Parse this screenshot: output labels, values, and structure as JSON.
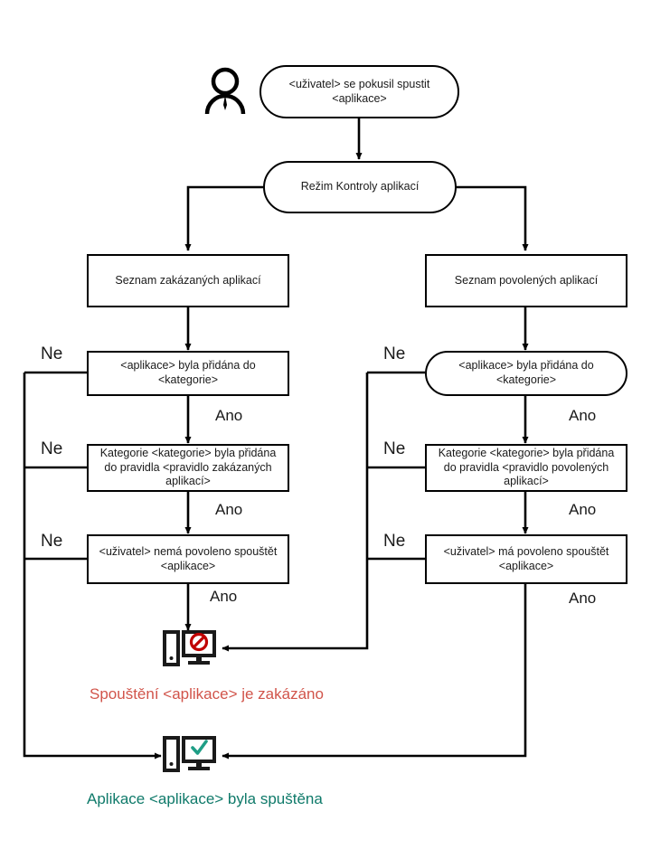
{
  "diagram": {
    "title": "Application Control flowchart",
    "language": "cs",
    "colors": {
      "stroke": "#000000",
      "text": "#1a1a1a",
      "blocked": "#d1544a",
      "blocked_icon": "#c00000",
      "allowed": "#0f7a6a",
      "allowed_icon": "#1f9e86",
      "background": "#ffffff"
    },
    "actor": {
      "icon": "user-icon",
      "name": "user-actor"
    },
    "nodes": {
      "start": "<uživatel> se pokusil spustit <aplikace>",
      "mode": "Režim Kontroly aplikací",
      "denylist": "Seznam zakázaných aplikací",
      "allowlist": "Seznam povolených aplikací",
      "deny_category": "<aplikace> byla přidána do <kategorie>",
      "allow_category": "<aplikace> byla přidána do <kategorie>",
      "deny_rule": "Kategorie <kategorie> byla přidána do pravidla <pravidlo zakázaných aplikací>",
      "allow_rule": "Kategorie <kategorie> byla přidána do pravidla <pravidlo povolených aplikací>",
      "deny_user": "<uživatel> nemá povoleno spouštět <aplikace>",
      "allow_user": "<uživatel> má povoleno spouštět <aplikace>"
    },
    "edge_labels": {
      "no": "Ne",
      "yes": "Ano"
    },
    "branch_labels": {
      "left_no_1": "Ne",
      "left_no_2": "Ne",
      "left_no_3": "Ne",
      "right_no_1": "Ne",
      "right_no_2": "Ne",
      "right_no_3": "Ne",
      "left_yes_1": "Ano",
      "left_yes_2": "Ano",
      "left_yes_3": "Ano",
      "right_yes_1": "Ano",
      "right_yes_2": "Ano",
      "right_yes_3": "Ano"
    },
    "outcomes": {
      "blocked": {
        "icon": "computer-blocked-icon",
        "caption": "Spouštění <aplikace> je zakázáno"
      },
      "allowed": {
        "icon": "computer-allowed-icon",
        "caption": "Aplikace <aplikace> byla spuštěna"
      }
    }
  }
}
